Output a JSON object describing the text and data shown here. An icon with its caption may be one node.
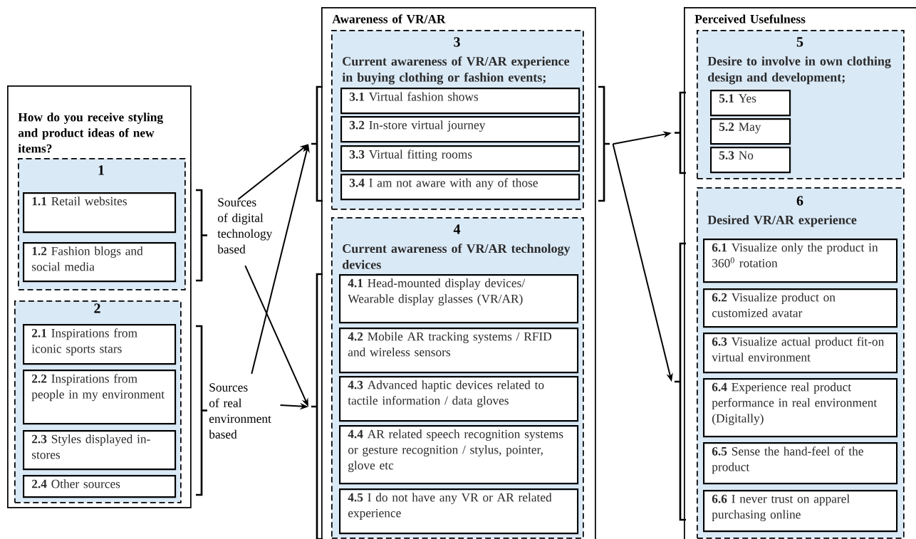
{
  "diagram": {
    "nodes": [
      {
        "text": [
          "How do you receive styling and product ideas of new items?"
        ]
      },
      {
        "text": [
          "1"
        ],
        "in": 0
      },
      {
        "text": [
          "**1.1** Retail websites"
        ],
        "in": 1
      },
      {
        "text": [
          "**1.2** Fashion blogs and social media"
        ],
        "in": 1
      },
      {
        "text": [
          "2"
        ],
        "in": 0
      },
      {
        "text": [
          "**2.1** Inspirations from iconic sports stars"
        ],
        "in": 4
      },
      {
        "text": [
          "**2.2** Inspirations from people in my environment"
        ],
        "in": 4
      },
      {
        "text": [
          "**2.3** Styles displayed in-stores"
        ],
        "in": 4
      },
      {
        "text": [
          "**2.4** Other sources"
        ],
        "in": 4
      },
      {
        "text": [
          "Sources of digital technology based"
        ]
      },
      {
        "text": [
          "Sources of real environment based"
        ]
      },
      {
        "text": [
          "Awareness of VR/AR"
        ]
      },
      {
        "text": [
          "3",
          "Current awareness of VR/AR experience in buying clothing or fashion events;"
        ],
        "in": 11
      },
      {
        "text": [
          "**3.1** Virtual fashion shows"
        ],
        "in": 12
      },
      {
        "text": [
          "**3.2** In-store virtual journey"
        ],
        "in": 12
      },
      {
        "text": [
          "**3.3** Virtual fitting rooms"
        ],
        "in": 12
      },
      {
        "text": [
          "**3.4** I am not aware with any of those"
        ],
        "in": 12
      },
      {
        "text": [
          "4",
          "Current awareness of VR/AR technology devices"
        ],
        "in": 11
      },
      {
        "text": [
          "**4.1** Head-mounted display devices/ Wearable display glasses (VR/AR)"
        ],
        "in": 17
      },
      {
        "text": [
          "**4.2** Mobile AR tracking systems / RFID and wireless sensors"
        ],
        "in": 17
      },
      {
        "text": [
          "**4.3** Advanced haptic devices related to tactile information / data gloves"
        ],
        "in": 17
      },
      {
        "text": [
          "**4.4** AR related speech recognition systems or gesture recognition / stylus, pointer, glove etc"
        ],
        "in": 17
      },
      {
        "text": [
          "**4.5** I do not have any VR or AR related experience"
        ],
        "in": 17
      },
      {
        "text": [
          "Perceived Usefulness"
        ]
      },
      {
        "text": [
          "5",
          "Desire to involve in own clothing design and development;"
        ],
        "in": 23
      },
      {
        "text": [
          "**5.1** Yes"
        ],
        "in": 24
      },
      {
        "text": [
          "**5.2** May"
        ],
        "in": 24
      },
      {
        "text": [
          "**5.3** No"
        ],
        "in": 24
      },
      {
        "text": [
          "6",
          "Desired VR/AR experience"
        ],
        "in": 23
      },
      {
        "text": [
          "**6.1** Visualize only the product in 360$^{0}$ rotation"
        ],
        "in": 28
      },
      {
        "text": [
          "**6.2** Visualize product on customized avatar"
        ],
        "in": 28
      },
      {
        "text": [
          "**6.3** Visualize actual product fit-on virtual environment"
        ],
        "in": 28
      },
      {
        "text": [
          "**6.4** Experience real product performance in real environment (Digitally)"
        ],
        "in": 28
      },
      {
        "text": [
          "**6.5** Sense the hand-feel of the product"
        ],
        "in": 28
      },
      {
        "text": [
          "**6.6** I never trust on apparel purchasing online"
        ],
        "in": 28
      },
      {
        "text": [],
        "shape": "bracket"
      },
      {
        "text": [],
        "shape": "bracket"
      },
      {
        "text": [],
        "shape": "bracket"
      },
      {
        "text": [],
        "shape": "bracket"
      },
      {
        "text": [],
        "shape": "bracket"
      },
      {
        "text": [],
        "shape": "bracket"
      },
      {
        "text": [],
        "shape": "bracket"
      }
    ],
    "edges": [
      {
        "from": 9,
        "to": 37,
        "arrow": "to"
      },
      {
        "from": 9,
        "to": 38,
        "arrow": "to"
      },
      {
        "from": 10,
        "to": 37,
        "arrow": "to"
      },
      {
        "from": 10,
        "to": 38,
        "arrow": "to"
      },
      {
        "from": 39,
        "to": 40,
        "arrow": "to"
      },
      {
        "from": 39,
        "to": 41,
        "arrow": "to"
      }
    ]
  }
}
